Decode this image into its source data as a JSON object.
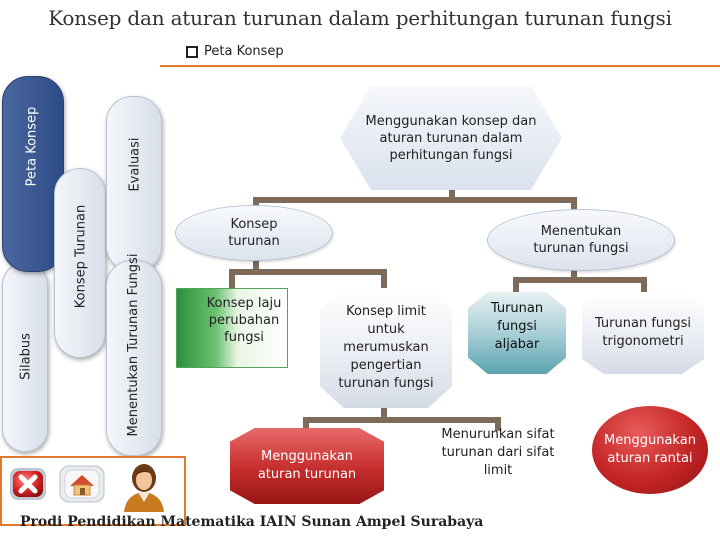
{
  "header": {
    "title": "Konsep dan aturan turunan dalam perhitungan turunan fungsi",
    "subtitle": "Peta Konsep"
  },
  "tabs": {
    "silabus": "Silabus",
    "peta_konsep": "Peta Konsep",
    "konsep_turunan": "Konsep Turunan",
    "menentukan_turunan_fungsi": "Menentukan Turunan Fungsi",
    "evaluasi": "Evaluasi"
  },
  "diagram": {
    "top_node": "Menggunakan konsep dan aturan turunan dalam perhitungan fungsi",
    "konsep_turunan": "Konsep turunan",
    "menentukan_turunan_fungsi": "Menentukan turunan fungsi",
    "konsep_laju": "Konsep laju perubahan fungsi",
    "konsep_limit": "Konsep limit untuk merumuskan pengertian turunan fungsi",
    "turunan_aljabar": "Turunan fungsi aljabar",
    "turunan_trigonometri": "Turunan fungsi trigonometri",
    "menggunakan_aturan": "Menggunakan aturan turunan",
    "menurunkan_sifat": "Menurunkan sifat turunan dari sifat limit",
    "aturan_rantai": "Menggunakan aturan rantai"
  },
  "footer": {
    "text": "Prodi Pendidikan Matematika IAIN Sunan Ampel Surabaya"
  },
  "icons": [
    "close-icon",
    "home-icon",
    "user-avatar-icon"
  ],
  "colors": {
    "accent_orange": "#e07a2e",
    "tab_dark": "#2d4b86",
    "green": "#2c8f3e",
    "red": "#c42c2c",
    "teal": "#5aa3ae"
  }
}
